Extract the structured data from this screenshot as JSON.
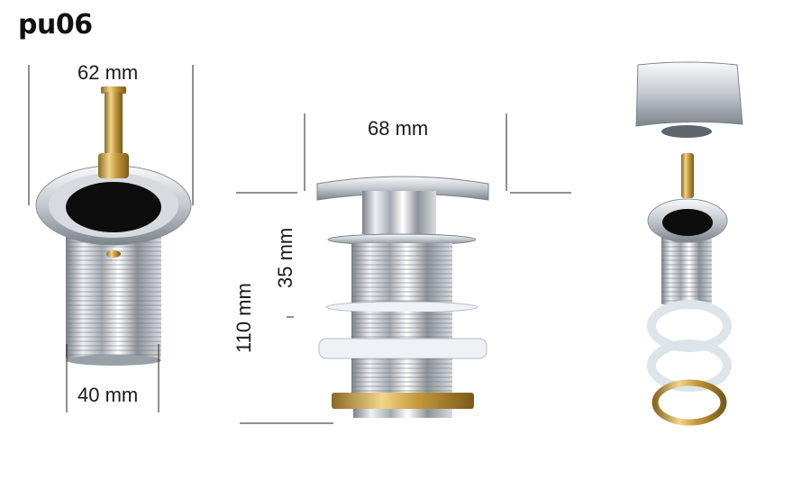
{
  "product_code": "pu06",
  "dimensions": {
    "top_flange_left": "62 mm",
    "body_diameter_left": "40 mm",
    "cap_width": "68 mm",
    "total_height": "110 mm",
    "upper_height": "35 mm"
  },
  "colors": {
    "chrome_dark": "#6e737a",
    "chrome_light": "#f4f6f8",
    "brass": "#c8a24a",
    "gasket": "#e9eef3",
    "dimension_line": "#222222"
  }
}
